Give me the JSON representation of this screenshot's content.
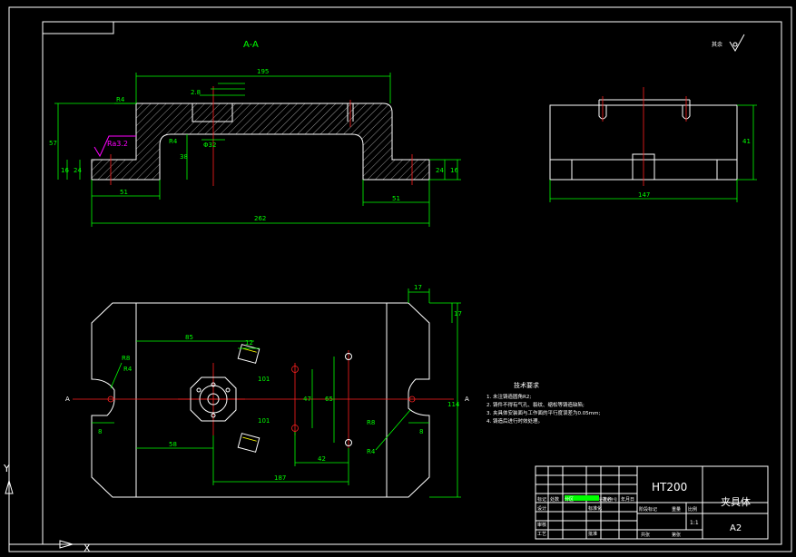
{
  "colors": {
    "background": "#000000",
    "outline": "#ffffff",
    "dimension": "#00ff00",
    "center_line": "#ff2020",
    "hidden": "#ffff00",
    "hatch": "#ffffff",
    "roughness": "#ff00ff"
  },
  "section_view": {
    "label": "A-A",
    "dims": {
      "d195": "195",
      "d57": "57",
      "d16": "16",
      "d16r": "16",
      "d24l": "24",
      "d24r": "24",
      "d38": "38",
      "d51l": "51",
      "d51r": "51",
      "d262": "262",
      "r4_top": "R4",
      "r4_mid": "R4",
      "phi32": "Φ32",
      "d28": "2.8"
    },
    "roughness": "Ra3.2"
  },
  "side_view": {
    "dims": {
      "d147": "147",
      "d41": "41"
    }
  },
  "plan_view": {
    "dims": {
      "d17a": "17",
      "d17b": "17",
      "d85": "85",
      "d12": "12",
      "d58": "58",
      "d187": "187",
      "d42": "42",
      "d47": "47",
      "d65": "65",
      "d114": "114",
      "d101a": "101",
      "d101b": "101",
      "d8l": "8",
      "d8r": "8",
      "r8l": "R8",
      "r4l": "R4",
      "r8r": "R8",
      "r4r": "R4",
      "a_left": "A",
      "a_right": "A"
    }
  },
  "tech_notes": {
    "title": "技术要求",
    "lines": [
      "1. 未注铸造圆角R2;",
      "2. 铸件不得有气孔、裂纹、缩松等铸造缺陷;",
      "3. 夹具体安装面与工作面的平行度误差为0.05mm;",
      "4. 铸造后进行时效处理。"
    ]
  },
  "roughness_symbol": "其余",
  "title_block": {
    "material": "HT200",
    "part_name": "夹具体",
    "sheet_size": "A2",
    "scale": "1:1",
    "labels": [
      "标记",
      "处数",
      "分区",
      "更改文件号",
      "签名",
      "年月日",
      "设计",
      "标准化",
      "审核",
      "工艺",
      "批准",
      "阶段标记",
      "重量",
      "比例",
      "共张",
      "第张"
    ]
  },
  "ucs": {
    "x": "X",
    "y": "Y"
  }
}
